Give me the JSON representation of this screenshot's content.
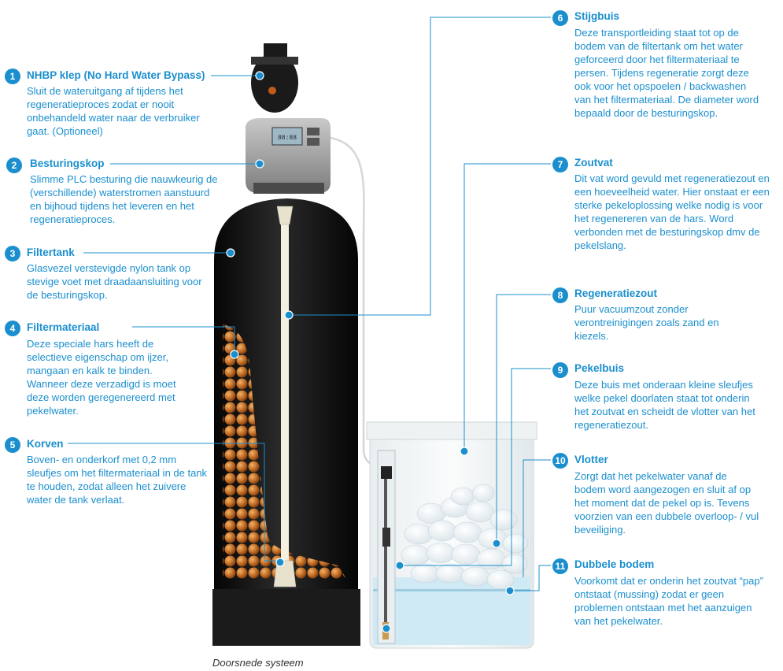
{
  "annotations": [
    {
      "num": "1",
      "title": "NHBP klep (No Hard Water Bypass)",
      "desc": "Sluit de wateruitgang af tijdens het regeneratieproces zodat er nooit onbehandeld water naar de verbruiker gaat. (Optioneel)"
    },
    {
      "num": "2",
      "title": "Besturingskop",
      "desc": "Slimme PLC besturing die nauwkeurig de (verschillende) waterstromen aanstuurd en bijhoud tijdens het leveren en het regeneratieproces."
    },
    {
      "num": "3",
      "title": "Filtertank",
      "desc": "Glasvezel verstevigde nylon tank op stevige voet met draadaansluiting voor de besturingskop."
    },
    {
      "num": "4",
      "title": "Filtermateriaal",
      "desc": "Deze speciale hars heeft de selectieve eigenschap om ijzer, mangaan en kalk te binden. Wanneer deze verzadigd is moet deze worden geregenereerd met pekelwater."
    },
    {
      "num": "5",
      "title": "Korven",
      "desc": "Boven- en onderkorf  met 0,2 mm sleufjes om het filtermateriaal in de tank te houden, zodat alleen het zuivere water de tank verlaat."
    },
    {
      "num": "6",
      "title": "Stijgbuis",
      "desc": "Deze transportleiding staat tot op de bodem van de filtertank om het water geforceerd door het filtermateriaal te persen. Tijdens regeneratie zorgt deze ook voor het opspoelen / backwashen van het filtermateriaal. De diameter word bepaald door de besturingskop."
    },
    {
      "num": "7",
      "title": "Zoutvat",
      "desc": "Dit vat word gevuld met regeneratiezout en een hoeveelheid water. Hier onstaat er een sterke pekeloplossing welke nodig is voor het regenereren van de hars. Word verbonden met de besturingskop dmv de pekelslang."
    },
    {
      "num": "8",
      "title": "Regeneratiezout",
      "desc": "Puur vacuumzout zonder verontreinigingen zoals zand en kiezels."
    },
    {
      "num": "9",
      "title": "Pekelbuis",
      "desc": "Deze buis met onderaan kleine sleufjes welke pekel doorlaten staat tot onderin het zoutvat en scheidt de vlotter van het regeneratiezout."
    },
    {
      "num": "10",
      "title": "Vlotter",
      "desc": "Zorgt dat het pekelwater vanaf de bodem word aangezogen en sluit af op het moment dat de pekel op is. Tevens voorzien van een dubbele overloop- / vul beveiliging."
    },
    {
      "num": "11",
      "title": "Dubbele bodem",
      "desc": "Voorkomt dat er onderin het zoutvat “pap” ontstaat (mussing) zodat er geen problemen ontstaan met het aanzuigen van het pekelwater."
    }
  ],
  "caption": "Doorsnede systeem",
  "display_text": "88:88",
  "colors": {
    "accent": "#1b8fce",
    "tank": "#111111",
    "resin": "#b06a2a",
    "water": "#cfeaf5"
  }
}
